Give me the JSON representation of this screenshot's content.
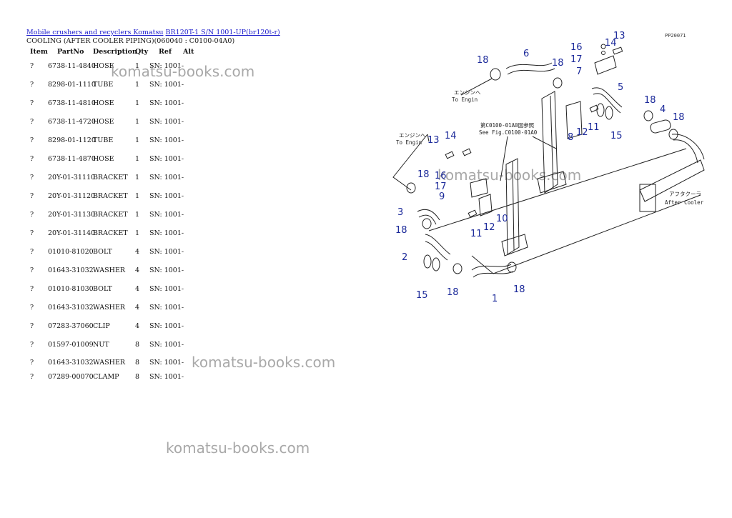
{
  "breadcrumb": {
    "link1": "Mobile crushers and recyclers Komatsu",
    "link2": "BR120T-1 S/N 1001-UP(br120t-r)"
  },
  "subtitle": "COOLING (AFTER COOLER PIPING)(060040 : C0100-04A0)",
  "table": {
    "headers": {
      "item": "Item",
      "partno": "PartNo",
      "description": "Description",
      "qty": "Qty",
      "ref": "Ref",
      "alt": "Alt"
    },
    "rows": [
      {
        "item": "?",
        "partno": "6738-11-4840",
        "description": "HOSE",
        "qty": "1",
        "sn": "SN: 1001-"
      },
      {
        "item": "?",
        "partno": "8298-01-1110",
        "description": "TUBE",
        "qty": "1",
        "sn": "SN: 1001-"
      },
      {
        "item": "?",
        "partno": "6738-11-4810",
        "description": "HOSE",
        "qty": "1",
        "sn": "SN: 1001-"
      },
      {
        "item": "?",
        "partno": "6738-11-4720",
        "description": "HOSE",
        "qty": "1",
        "sn": "SN: 1001-"
      },
      {
        "item": "?",
        "partno": "8298-01-1120",
        "description": "TUBE",
        "qty": "1",
        "sn": "SN: 1001-"
      },
      {
        "item": "?",
        "partno": "6738-11-4870",
        "description": "HOSE",
        "qty": "1",
        "sn": "SN: 1001-"
      },
      {
        "item": "?",
        "partno": "20Y-01-31110",
        "description": "BRACKET",
        "qty": "1",
        "sn": "SN: 1001-"
      },
      {
        "item": "?",
        "partno": "20Y-01-31120",
        "description": "BRACKET",
        "qty": "1",
        "sn": "SN: 1001-"
      },
      {
        "item": "?",
        "partno": "20Y-01-31130",
        "description": "BRACKET",
        "qty": "1",
        "sn": "SN: 1001-"
      },
      {
        "item": "?",
        "partno": "20Y-01-31140",
        "description": "BRACKET",
        "qty": "1",
        "sn": "SN: 1001-"
      },
      {
        "item": "?",
        "partno": "01010-81020",
        "description": "BOLT",
        "qty": "4",
        "sn": "SN: 1001-"
      },
      {
        "item": "?",
        "partno": "01643-31032",
        "description": "WASHER",
        "qty": "4",
        "sn": "SN: 1001-"
      },
      {
        "item": "?",
        "partno": "01010-81030",
        "description": "BOLT",
        "qty": "4",
        "sn": "SN: 1001-"
      },
      {
        "item": "?",
        "partno": "01643-31032",
        "description": "WASHER",
        "qty": "4",
        "sn": "SN: 1001-"
      },
      {
        "item": "?",
        "partno": "07283-37060",
        "description": "CLIP",
        "qty": "4",
        "sn": "SN: 1001-"
      },
      {
        "item": "?",
        "partno": "01597-01009",
        "description": "NUT",
        "qty": "8",
        "sn": "SN: 1001-"
      },
      {
        "item": "?",
        "partno": "01643-31032",
        "description": "WASHER",
        "qty": "8",
        "sn": "SN: 1001-"
      },
      {
        "item": "?",
        "partno": "07289-00070",
        "description": "CLAMP",
        "qty": "8",
        "sn": "SN: 1001-"
      }
    ]
  },
  "watermark": "komatsu-books.com",
  "diagram": {
    "code": "PP20071",
    "to_engine_jp": "エンジンへ",
    "to_engine_en": "To Engin",
    "see_fig_jp": "第C0100-01A0図参照",
    "see_fig_en": "See Fig.C0100-01A0",
    "after_cooler_jp": "アフタクーラ",
    "after_cooler_en": "After Cooler",
    "callouts": {
      "c1": "1",
      "c2": "2",
      "c3": "3",
      "c4": "4",
      "c5": "5",
      "c6": "6",
      "c7": "7",
      "c8": "8",
      "c9": "9",
      "c10": "10",
      "c11": "11",
      "c12": "12",
      "c13": "13",
      "c14": "14",
      "c15": "15",
      "c16": "16",
      "c17": "17",
      "c18": "18"
    }
  }
}
